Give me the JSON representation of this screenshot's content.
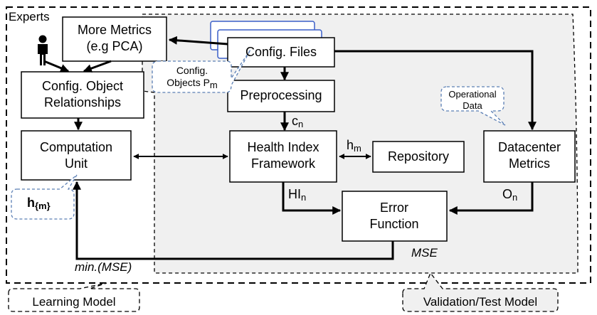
{
  "labels": {
    "experts": "Experts",
    "more_metrics_line1": "More Metrics",
    "more_metrics_line2": "(e.g PCA)",
    "config_files": "Config. Files",
    "config_objects_line1": "Config.",
    "config_objects_line2": "Objects P",
    "config_objects_sub": "m",
    "config_rel_line1": "Config. Object",
    "config_rel_line2": "Relationships",
    "preprocessing": "Preprocessing",
    "operational_line1": "Operational",
    "operational_line2": "Data",
    "c_n": "c",
    "c_n_sub": "n",
    "computation_line1": "Computation",
    "computation_line2": "Unit",
    "hif_line1": "Health Index",
    "hif_line2": "Framework",
    "h_m": "h",
    "h_m_sub": "m",
    "repository": "Repository",
    "datacenter_line1": "Datacenter",
    "datacenter_line2": "Metrics",
    "h_callout": "h",
    "h_callout_sub": "{m}",
    "hi_n": "HI",
    "hi_n_sub": "n",
    "o_n": "O",
    "o_n_sub": "n",
    "error_line1": "Error",
    "error_line2": "Function",
    "mse": "MSE",
    "min_mse": "min.(MSE)",
    "learning_model": "Learning Model",
    "validation_model": "Validation/Test Model"
  },
  "colors": {
    "validation_bg": "#f0f0f0",
    "callout_border": "#5b7fb5",
    "config_files_stack_border": "#3a5fc8"
  }
}
